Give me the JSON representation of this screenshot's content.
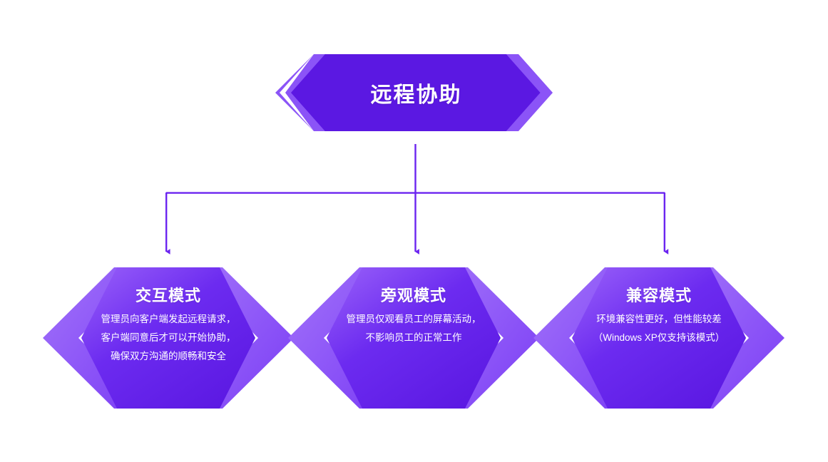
{
  "diagram": {
    "type": "hierarchy-chevron",
    "title_node": {
      "label": "远程协助",
      "shape": "hexagon-with-side-chevrons"
    },
    "colors": {
      "node_fill": "#5B18E2",
      "chevron_light": "#8B54F7",
      "leaf_gradient_start": "#9A62F9",
      "leaf_gradient_end": "#5B18E2",
      "connector": "#6B24F0",
      "text": "#FFFFFF",
      "background": "#FFFFFF"
    },
    "connectors": {
      "style": "orthogonal-elbow-with-arrowheads",
      "arrow_count": 3
    },
    "leaves": [
      {
        "title": "交互模式",
        "desc": "管理员向客户端发起远程请求，客户端同意后才可以开始协助，确保双方沟通的顺畅和安全"
      },
      {
        "title": "旁观模式",
        "desc": "管理员仅观看员工的屏幕活动，不影响员工的正常工作"
      },
      {
        "title": "兼容模式",
        "desc": "环境兼容性更好，但性能较差（Windows XP仅支持该模式）"
      }
    ]
  }
}
